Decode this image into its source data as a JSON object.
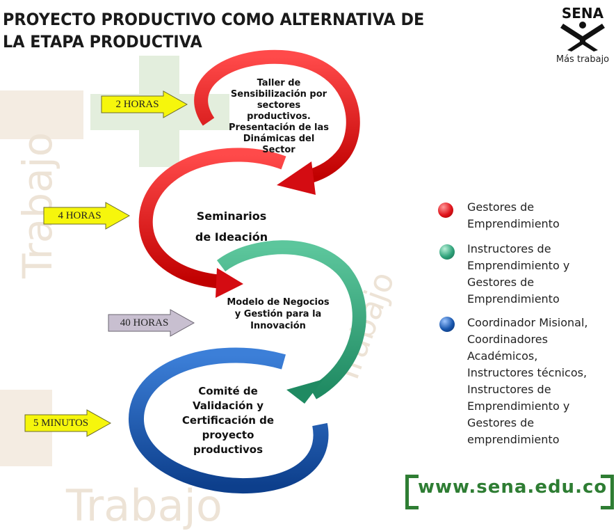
{
  "title": "PROYECTO PRODUCTIVO COMO ALTERNATIVA DE LA ETAPA PRODUCTIVA",
  "logo": {
    "brand": "SENA",
    "tagline": "Más trabajo"
  },
  "stages": [
    {
      "duration": "2 HORAS",
      "label": "Taller de Sensibilización por sectores productivos. Presentación de las Dinámicas del Sector",
      "color": "#e0141c"
    },
    {
      "duration": "4 HORAS",
      "label": "Seminarios de Ideación",
      "color": "#e0141c"
    },
    {
      "duration": "40 HORAS",
      "label": "Modelo de Negocios y Gestión para la Innovación",
      "color": "#2fa27a"
    },
    {
      "duration": "5 MINUTOS",
      "label": "Comité de Validación y Certificación de proyecto productivos",
      "color": "#1856ad"
    }
  ],
  "arrow_colors": {
    "yellow": "#f6f60c",
    "gray": "#c8bfd0"
  },
  "legend": [
    {
      "text": "Gestores de Emprendimiento",
      "color": "#e0141c"
    },
    {
      "text": "Instructores de Emprendimiento y Gestores de Emprendimiento",
      "color": "#2fa27a"
    },
    {
      "text": "Coordinador Misional, Coordinadores Académicos, Instructores técnicos, Instructores de Emprendimiento y Gestores de emprendimiento",
      "color": "#1856ad"
    }
  ],
  "website": "www.sena.edu.co",
  "background_text": "Trabajo"
}
